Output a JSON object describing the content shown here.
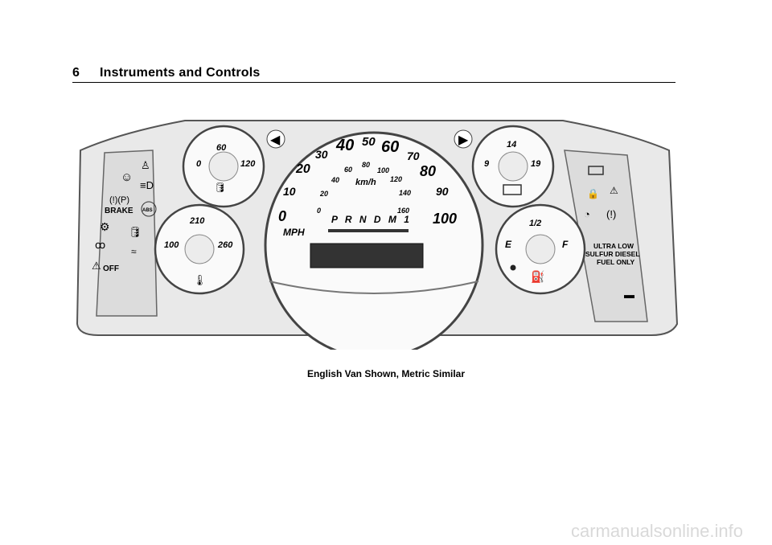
{
  "header": {
    "page_number": "6",
    "section_title": "Instruments and Controls"
  },
  "figure": {
    "caption": "English Van Shown, Metric Similar",
    "oil_pressure_gauge": {
      "labels": [
        "0",
        "60",
        "120"
      ]
    },
    "temperature_gauge": {
      "labels": [
        "210",
        "100",
        "260"
      ]
    },
    "voltmeter_gauge": {
      "labels": [
        "14",
        "9",
        "19"
      ]
    },
    "fuel_gauge": {
      "labels": [
        "1/2",
        "E",
        "F"
      ]
    },
    "speedometer": {
      "mph_labels": [
        "0",
        "10",
        "20",
        "30",
        "40",
        "50",
        "60",
        "70",
        "80",
        "90",
        "100"
      ],
      "kmh_labels": [
        "0",
        "20",
        "40",
        "60",
        "80",
        "100",
        "120",
        "140",
        "160"
      ],
      "kmh_unit": "km/h",
      "mph_unit": "MPH",
      "prndl": "P R N D  M 1"
    },
    "left_panel": {
      "brake_label": "BRAKE",
      "off_label": "OFF"
    },
    "right_panel": {
      "fuel_notice_1": "ULTRA LOW",
      "fuel_notice_2": "SULFUR DIESEL",
      "fuel_notice_3": "FUEL ONLY"
    }
  },
  "watermark": "carmanualsonline.info"
}
